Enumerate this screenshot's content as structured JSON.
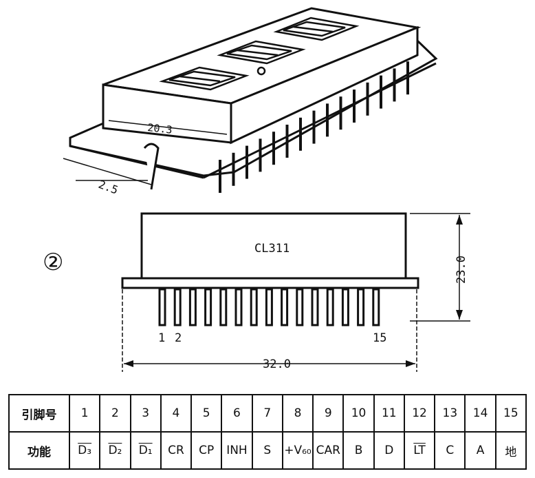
{
  "figure": {
    "marker": "②",
    "isometric": {
      "width_dim": "20.3",
      "pin_dim": "2.5"
    },
    "front": {
      "chip_label": "CL311",
      "height_dim": "23.0",
      "length_dim": "32.0",
      "pin_first": "1",
      "pin_second": "2",
      "pin_last": "15",
      "pin_count": 15
    }
  },
  "table": {
    "row1_header": "引脚号",
    "row2_header": "功能",
    "pins": [
      {
        "number": "1",
        "function": "D₃",
        "overline": true
      },
      {
        "number": "2",
        "function": "D₂",
        "overline": true
      },
      {
        "number": "3",
        "function": "D₁",
        "overline": true
      },
      {
        "number": "4",
        "function": "CR",
        "overline": false
      },
      {
        "number": "5",
        "function": "CP",
        "overline": false
      },
      {
        "number": "6",
        "function": "INH",
        "overline": false
      },
      {
        "number": "7",
        "function": "S",
        "overline": false
      },
      {
        "number": "8",
        "function": "+V₆₀",
        "overline": false
      },
      {
        "number": "9",
        "function": "CAR",
        "overline": false
      },
      {
        "number": "10",
        "function": "B",
        "overline": false
      },
      {
        "number": "11",
        "function": "D",
        "overline": false
      },
      {
        "number": "12",
        "function": "LT",
        "overline": true
      },
      {
        "number": "13",
        "function": "C",
        "overline": false
      },
      {
        "number": "14",
        "function": "A",
        "overline": false
      },
      {
        "number": "15",
        "function": "地",
        "overline": false
      }
    ]
  }
}
